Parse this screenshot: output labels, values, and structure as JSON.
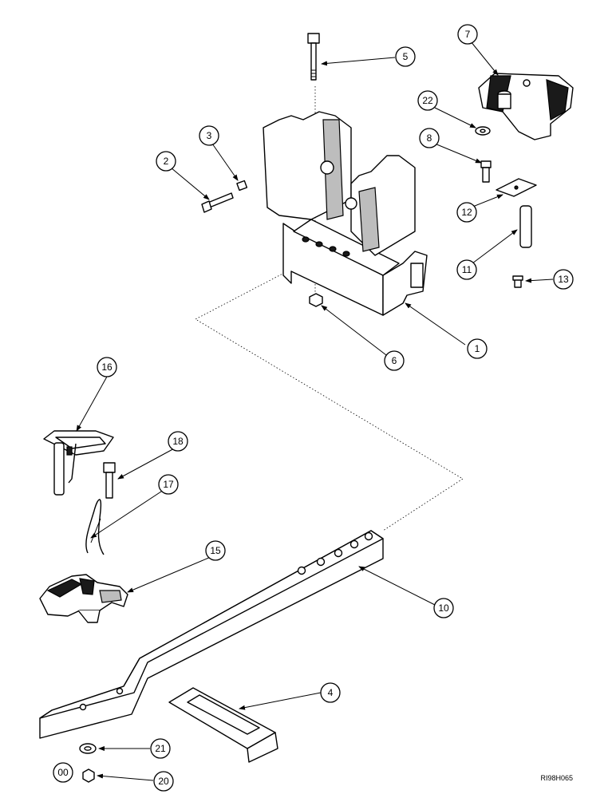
{
  "diagram": {
    "drawing_id": "RI98H065",
    "callouts": [
      {
        "id": "c1",
        "label": "1"
      },
      {
        "id": "c2",
        "label": "2"
      },
      {
        "id": "c3",
        "label": "3"
      },
      {
        "id": "c4",
        "label": "4"
      },
      {
        "id": "c5",
        "label": "5"
      },
      {
        "id": "c6",
        "label": "6"
      },
      {
        "id": "c7",
        "label": "7"
      },
      {
        "id": "c8",
        "label": "8"
      },
      {
        "id": "c10",
        "label": "10"
      },
      {
        "id": "c11",
        "label": "11"
      },
      {
        "id": "c12",
        "label": "12"
      },
      {
        "id": "c13",
        "label": "13"
      },
      {
        "id": "c15",
        "label": "15"
      },
      {
        "id": "c16",
        "label": "16"
      },
      {
        "id": "c17",
        "label": "17"
      },
      {
        "id": "c18",
        "label": "18"
      },
      {
        "id": "c20",
        "label": "20"
      },
      {
        "id": "c21",
        "label": "21"
      },
      {
        "id": "c22",
        "label": "22"
      },
      {
        "id": "c00",
        "label": "00"
      }
    ]
  }
}
